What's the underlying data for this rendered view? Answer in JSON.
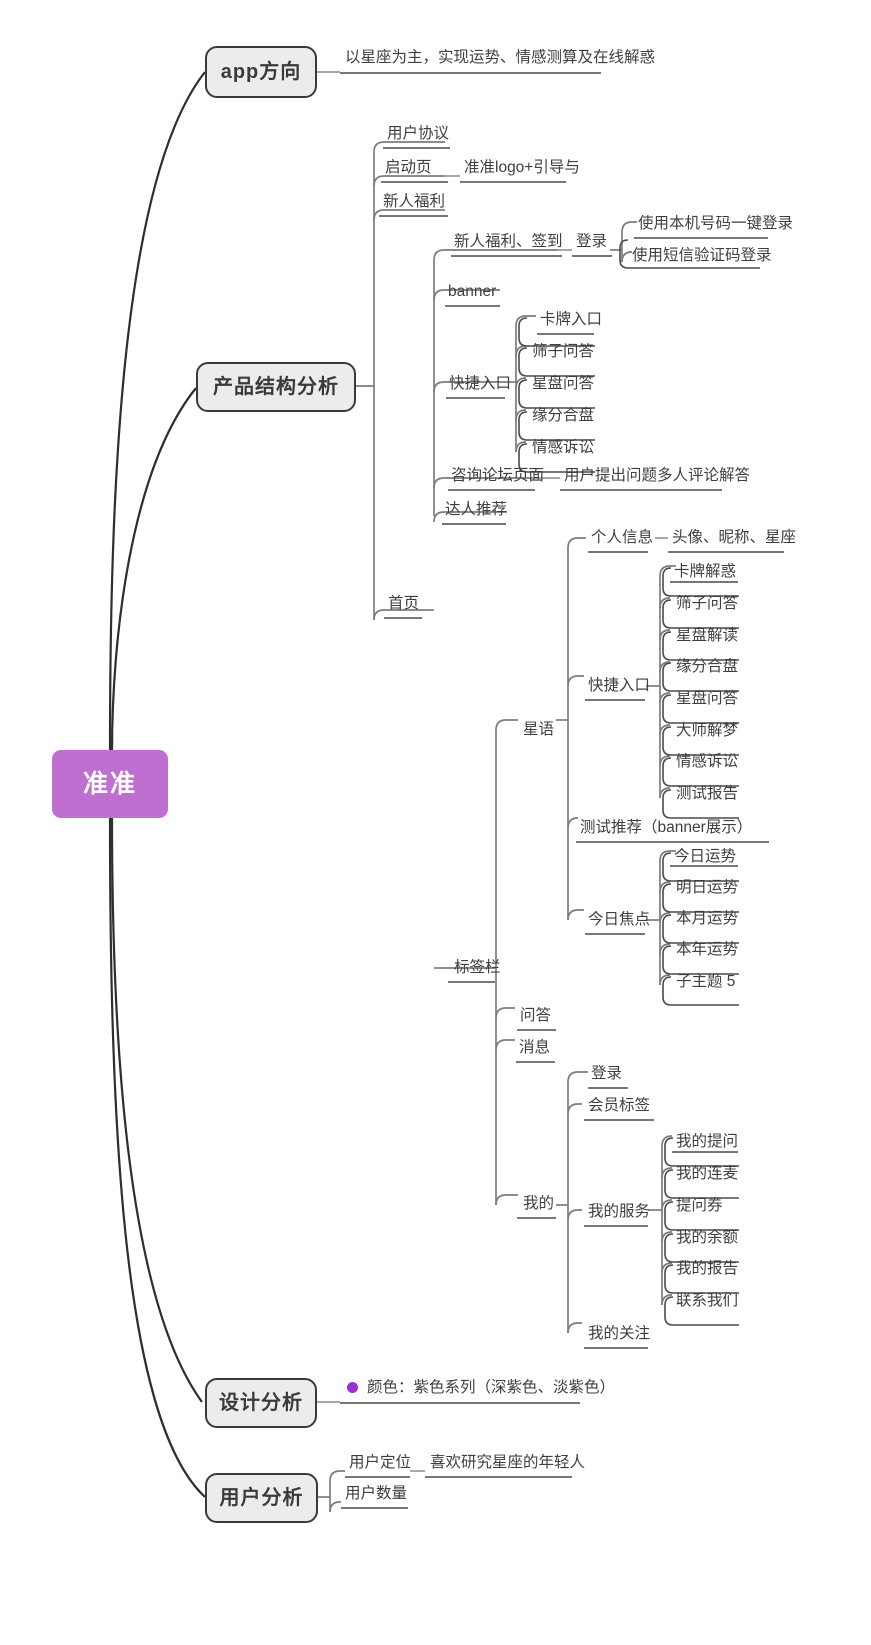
{
  "root": {
    "label": "准准",
    "color": "#bf6fd0"
  },
  "branches": [
    {
      "label": "app方向",
      "children": [
        {
          "label": "以星座为主，实现运势、情感测算及在线解惑"
        }
      ]
    },
    {
      "label": "产品结构分析",
      "children": [
        {
          "label": "用户协议"
        },
        {
          "label": "启动页",
          "children": [
            {
              "label": "准准logo+引导与"
            }
          ]
        },
        {
          "label": "新人福利"
        },
        {
          "label": "首页",
          "children": [
            {
              "label": "新人福利、签到",
              "children": [
                {
                  "label": "登录",
                  "children": [
                    {
                      "label": "使用本机号码一键登录"
                    },
                    {
                      "label": "使用短信验证码登录"
                    }
                  ]
                }
              ]
            },
            {
              "label": "banner"
            },
            {
              "label": "快捷入口",
              "children": [
                {
                  "label": "卡牌入口"
                },
                {
                  "label": "筛子问答"
                },
                {
                  "label": "星盘问答"
                },
                {
                  "label": "缘分合盘"
                },
                {
                  "label": "情感诉讼"
                }
              ]
            },
            {
              "label": "咨询论坛页面",
              "children": [
                {
                  "label": "用户提出问题多人评论解答"
                }
              ]
            },
            {
              "label": "达人推荐"
            }
          ]
        },
        {
          "label": "标签栏",
          "children": [
            {
              "label": "星语",
              "children": [
                {
                  "label": "个人信息",
                  "children": [
                    {
                      "label": "头像、昵称、星座"
                    }
                  ]
                },
                {
                  "label": "快捷入口",
                  "children": [
                    {
                      "label": "卡牌解惑"
                    },
                    {
                      "label": "筛子问答"
                    },
                    {
                      "label": "星盘解读"
                    },
                    {
                      "label": "缘分合盘"
                    },
                    {
                      "label": "星盘问答"
                    },
                    {
                      "label": "大师解梦"
                    },
                    {
                      "label": "情感诉讼"
                    },
                    {
                      "label": "测试报告"
                    }
                  ]
                },
                {
                  "label": "测试推荐（banner展示）"
                },
                {
                  "label": "今日焦点",
                  "children": [
                    {
                      "label": "今日运势"
                    },
                    {
                      "label": "明日运势"
                    },
                    {
                      "label": "本月运势"
                    },
                    {
                      "label": "本年运势"
                    },
                    {
                      "label": "子主题 5"
                    }
                  ]
                }
              ]
            },
            {
              "label": "问答"
            },
            {
              "label": "消息"
            },
            {
              "label": "我的",
              "children": [
                {
                  "label": "登录"
                },
                {
                  "label": "会员标签"
                },
                {
                  "label": "我的服务",
                  "children": [
                    {
                      "label": "我的提问"
                    },
                    {
                      "label": "我的连麦"
                    },
                    {
                      "label": "提问券"
                    },
                    {
                      "label": "我的余额"
                    },
                    {
                      "label": "我的报告"
                    },
                    {
                      "label": "联系我们"
                    }
                  ]
                },
                {
                  "label": "我的关注"
                }
              ]
            }
          ]
        }
      ]
    },
    {
      "label": "设计分析",
      "children": [
        {
          "label": "颜色：紫色系列（深紫色、淡紫色）",
          "bullet": true,
          "bullet_color": "#9b30d9"
        }
      ]
    },
    {
      "label": "用户分析",
      "children": [
        {
          "label": "用户定位",
          "children": [
            {
              "label": "喜欢研究星座的年轻人"
            }
          ]
        },
        {
          "label": "用户数量"
        }
      ]
    }
  ],
  "nodes": {
    "app_direction": "app方向",
    "app_direction_desc": "以星座为主，实现运势、情感测算及在线解惑",
    "product_structure": "产品结构分析",
    "user_agreement": "用户协议",
    "splash": "启动页",
    "splash_desc": "准准logo+引导与",
    "newbie_welfare": "新人福利",
    "home": "首页",
    "home_newbie_signin": "新人福利、签到",
    "login": "登录",
    "login_phone": "使用本机号码一键登录",
    "login_sms": "使用短信验证码登录",
    "banner": "banner",
    "quick_entry": "快捷入口",
    "q_card": "卡牌入口",
    "q_dice": "筛子问答",
    "q_chart_qa": "星盘问答",
    "q_synastry": "缘分合盘",
    "q_emotion": "情感诉讼",
    "forum_page": "咨询论坛页面",
    "forum_desc": "用户提出问题多人评论解答",
    "expert_rec": "达人推荐",
    "tabbar": "标签栏",
    "xingyu": "星语",
    "personal_info": "个人信息",
    "personal_info_desc": "头像、昵称、星座",
    "quick_entry2": "快捷入口",
    "e_card": "卡牌解惑",
    "e_dice": "筛子问答",
    "e_chart_read": "星盘解读",
    "e_synastry": "缘分合盘",
    "e_chart_qa": "星盘问答",
    "e_dream": "大师解梦",
    "e_emotion": "情感诉讼",
    "e_report": "测试报告",
    "test_rec": "测试推荐（banner展示）",
    "today_focus": "今日焦点",
    "f_today": "今日运势",
    "f_tomorrow": "明日运势",
    "f_month": "本月运势",
    "f_year": "本年运势",
    "f_sub5": "子主题 5",
    "qa": "问答",
    "message": "消息",
    "mine": "我的",
    "mine_login": "登录",
    "member_tag": "会员标签",
    "my_service": "我的服务",
    "s_question": "我的提问",
    "s_mic": "我的连麦",
    "s_coupon": "提问券",
    "s_balance": "我的余额",
    "s_report": "我的报告",
    "s_contact": "联系我们",
    "my_follow": "我的关注",
    "design_analysis": "设计分析",
    "design_color": "颜色：紫色系列（深紫色、淡紫色）",
    "user_analysis": "用户分析",
    "user_position": "用户定位",
    "user_position_desc": "喜欢研究星座的年轻人",
    "user_count": "用户数量"
  }
}
